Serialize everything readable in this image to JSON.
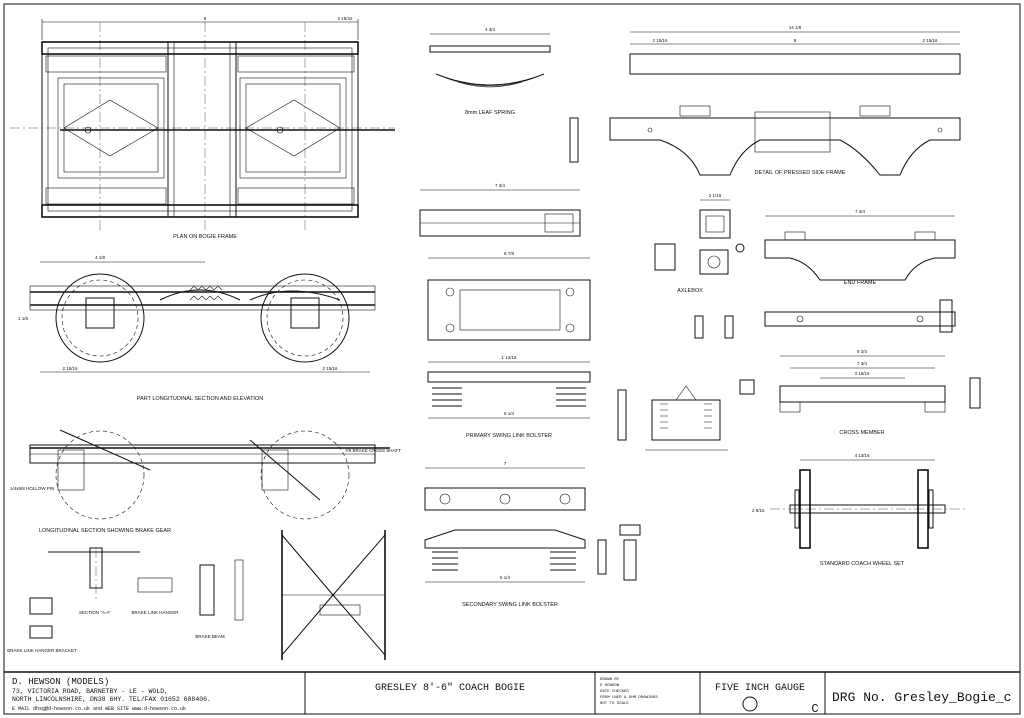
{
  "drawing": {
    "labels": {
      "plan_on_bogie_frame": "PLAN ON BOGIE FRAME",
      "part_longitudinal_section": "PART LONGITUDINAL SECTION AND ELEVATION",
      "longitudinal_section_brake_gear": "LONGITUDINAL SECTION SHOWING BRAKE GEAR",
      "section_aa": "SECTION \"A-A\"",
      "brake_link_hanger": "BRAKE LINK HANGER",
      "brake_beam": "BRAKE BEAM",
      "brake_link_hanger_bracket": "BRAKE LINK HANGER BRACKET",
      "leaf_spring": "8mm LEAF SPRING",
      "primary_swing_link_bolster": "PRIMARY SWING LINK BOLSTER",
      "secondary_swing_link_bolster": "SECONDARY SWING LINK BOLSTER",
      "axlebox": "AXLEBOX",
      "detail_pressed_side_frame": "DETAIL OF PRESSED SIDE FRAME",
      "end_frame": "END FRAME",
      "cross_member": "CROSS MEMBER",
      "standard_wheel_set": "STANDARD COACH WHEEL SET"
    },
    "dimensions": {
      "plan_width": "8",
      "plan_right": "2 15/32",
      "elev_top": "4 1/8",
      "elev_bottom_left": "2 15/16",
      "elev_bottom_right": "2 15/16",
      "elev_side": "1 1/8",
      "spring_top": "4 3/4",
      "side_frame_total": "14 1/8",
      "side_frame_left": "2 15/16",
      "side_frame_mid": "8",
      "side_frame_right": "2 15/16",
      "bolster_top": "7 3/4",
      "primary_top": "6 7/8",
      "primary_sub": "1 13/16",
      "primary_bottom": "6 1/4",
      "secondary_top": "7",
      "secondary_bottom": "5 1/4",
      "end_frame_top": "7 3/4",
      "cross_member_top": "8 3/4",
      "cross_member_sub": "7 3/4",
      "cross_member_inner": "3 15/16",
      "wheel_top": "4 13/16",
      "wheel_side": "2 9/16",
      "axlebox_top": "2 1/16"
    },
    "notes": {
      "brake_cross_shaft": "7/8 BRAKE CROSS SHAFT",
      "hollow_pin": "1/4x5/8 HOLLOW PIN"
    }
  },
  "title_block": {
    "company": "D. HEWSON (MODELS)",
    "address_1": "73, VICTORIA ROAD, BARNETBY - LE - WOLD,",
    "address_2": "NORTH LINCOLNSHIRE, DN38 6HY.  TEL/FAX 01652 688406.",
    "email": "E MAIL dhsg@d-hewson.co.uk  and WEB SITE www.d-hewson.co.uk",
    "title": "GRESLEY 8'-6\" COACH BOGIE",
    "drawn_by": "DRAWN BY",
    "drawn_name": "D HEWSON",
    "checked": "DATE CHECKED",
    "from": "FROM LNER & DHM DRAWINGS",
    "scale": "NOT TO SCALE",
    "gauge": "FIVE INCH GAUGE",
    "drg_no": "DRG No. Gresley_Bogie_c"
  }
}
